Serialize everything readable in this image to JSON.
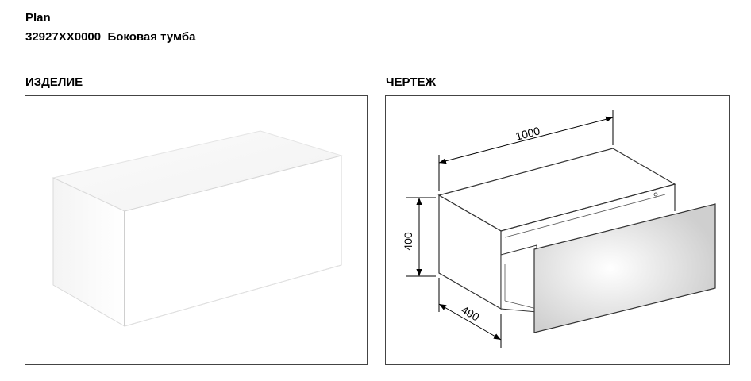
{
  "header": {
    "brand": "Plan",
    "article": "32927XX0000",
    "product_name": "Боковая тумба"
  },
  "sections": {
    "product_label": "ИЗДЕЛИЕ",
    "drawing_label": "ЧЕРТЕЖ"
  },
  "drawing": {
    "width_dim": "1000",
    "height_dim": "400",
    "depth_dim": "490"
  },
  "colors": {
    "border": "#444444",
    "line": "#333333",
    "cabinet_front": "#ffffff"
  }
}
